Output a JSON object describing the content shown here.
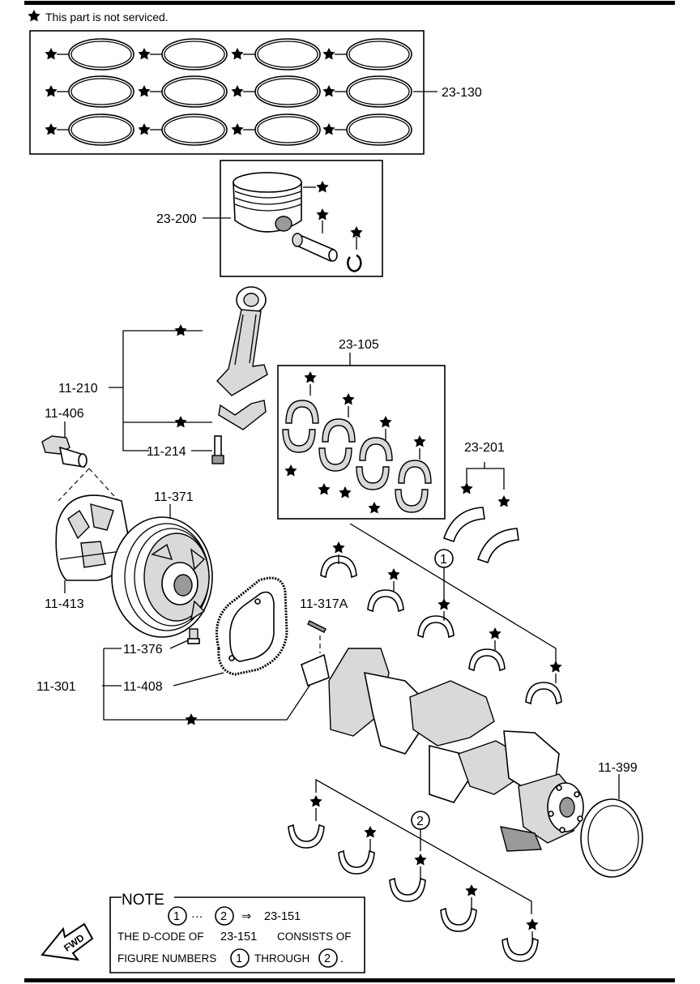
{
  "legend": {
    "icon": "star-icon",
    "text": "This part is not serviced."
  },
  "labels": {
    "l_23_130": "23-130",
    "l_23_200": "23-200",
    "l_23_105": "23-105",
    "l_11_210": "11-210",
    "l_11_214": "11-214",
    "l_11_406": "11-406",
    "l_23_201": "23-201",
    "l_11_371": "11-371",
    "l_11_413": "11-413",
    "l_11_317a": "11-317A",
    "l_11_376": "11-376",
    "l_11_301": "11-301",
    "l_11_408": "11-408",
    "l_11_399": "11-399"
  },
  "figure_numbers": {
    "one": "1",
    "two": "2"
  },
  "note": {
    "title": "NOTE",
    "line1_ellipsis": "···",
    "line1_arrow": "⇒",
    "line1_code": "23-151",
    "line2_a": "THE D-CODE OF",
    "line2_code": "23-151",
    "line2_b": "CONSISTS OF",
    "line3_a": "FIGURE NUMBERS",
    "line3_b": "THROUGH",
    "line3_end": "."
  },
  "fwd": {
    "label": "FWD"
  }
}
